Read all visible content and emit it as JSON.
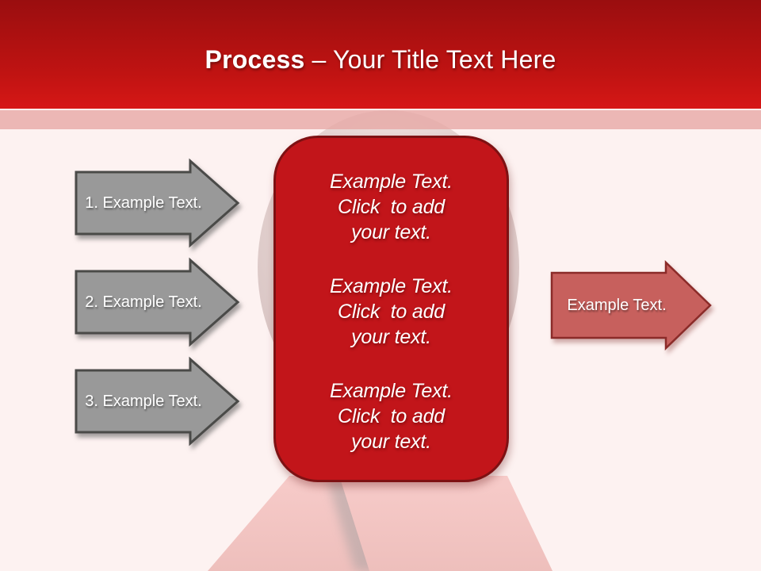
{
  "slide": {
    "header": {
      "title_bold": "Process",
      "title_rest": "– Your Title Text Here"
    },
    "left_arrows": [
      {
        "label": "1. Example Text."
      },
      {
        "label": "2. Example Text."
      },
      {
        "label": "3. Example Text."
      }
    ],
    "center_box": {
      "blocks": [
        {
          "lines": [
            "Example Text.",
            "Click  to add",
            "your text."
          ]
        },
        {
          "lines": [
            "Example Text.",
            "Click  to add",
            "your text."
          ]
        },
        {
          "lines": [
            "Example Text.",
            "Click  to add",
            "your text."
          ]
        }
      ]
    },
    "right_arrow": {
      "label": "Example Text."
    },
    "colors": {
      "header_top": "#9a0e0f",
      "header_bottom": "#d61716",
      "band": "#e9b4b3",
      "background": "#fdf2f1",
      "gray_arrow_fill": "#999999",
      "gray_arrow_border": "#4a4a48",
      "box_fill": "#c2151a",
      "box_border": "#7e1113",
      "right_arrow_fill": "#c7605d",
      "right_arrow_border": "#8b2b29",
      "ribbon_pink": "#f6c8c6",
      "text": "#ffffff"
    }
  }
}
